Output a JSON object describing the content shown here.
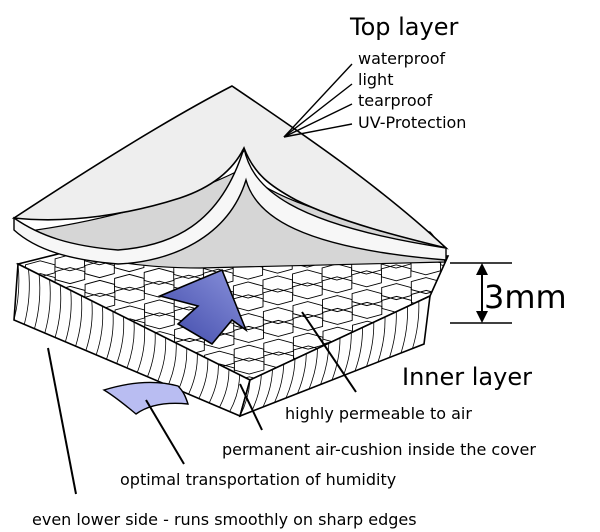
{
  "top_layer": {
    "title": "Top layer",
    "properties": [
      "waterproof",
      "light",
      "tearproof",
      "UV-Protection"
    ]
  },
  "inner_layer": {
    "title": "Inner layer",
    "thickness": "3mm"
  },
  "callouts": {
    "permeable": "highly permeable to air",
    "air_cushion": "permanent air-cushion inside the cover",
    "humidity": "optimal transportation of humidity",
    "lower_side": "even lower side - runs smoothly on sharp edges"
  },
  "colors": {
    "top_layer_fill": "#eeeeee",
    "top_layer_shade": "#d8d8d8",
    "blue_arrow": "#6f78c8",
    "humidity_flow": "#b9bdf2"
  }
}
